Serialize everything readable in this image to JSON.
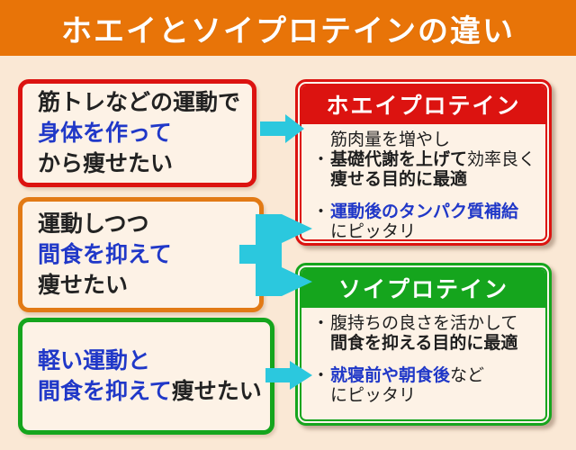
{
  "title": "ホエイとソイプロテインの違い",
  "colors": {
    "banner_orange": "#E87408",
    "red": "#DC1310",
    "orange": "#E27A15",
    "green": "#15A51D",
    "cyan": "#2BC8DE",
    "accent_blue": "#2038C8",
    "page_bg": "#FAE8D5",
    "box_bg": "#FDF2E6"
  },
  "left_boxes": [
    {
      "name": "goal-build-body",
      "lines": [
        [
          {
            "t": "筋トレなどの運動で"
          }
        ],
        [
          {
            "t": "身体を作って",
            "c": "accent"
          }
        ],
        [
          {
            "t": "から痩せたい"
          }
        ]
      ]
    },
    {
      "name": "goal-exercise-and-snack",
      "lines": [
        [
          {
            "t": "運動しつつ"
          }
        ],
        [
          {
            "t": "間食を抑えて",
            "c": "accent"
          }
        ],
        [
          {
            "t": "痩せたい"
          }
        ]
      ]
    },
    {
      "name": "goal-light-exercise",
      "lines": [
        [
          {
            "t": "軽い運動と",
            "c": "accent"
          }
        ],
        [
          {
            "t": "間食を抑えて",
            "c": "accent"
          },
          {
            "t": "痩せたい"
          }
        ]
      ]
    }
  ],
  "panels": [
    {
      "name": "whey-protein",
      "header": "ホエイプロテイン",
      "lines": [
        {
          "segments": [
            {
              "t": "筋肉量を増やし"
            }
          ]
        },
        {
          "segments": [
            {
              "t": "・",
              "c": "bullet"
            },
            {
              "t": "基礎代謝を上げて",
              "c": "em"
            },
            {
              "t": "効率良く"
            }
          ]
        },
        {
          "segments": [
            {
              "t": "痩せる目的に最適",
              "c": "em"
            }
          ]
        },
        {
          "segments": [
            {
              "t": "・",
              "c": "bullet"
            },
            {
              "t": "運動後のタンパク質補給",
              "c": "em accent"
            }
          ]
        },
        {
          "segments": [
            {
              "t": "にピッタリ"
            }
          ]
        }
      ]
    },
    {
      "name": "soy-protein",
      "header": "ソイプロテイン",
      "lines": [
        {
          "segments": [
            {
              "t": "・",
              "c": "bullet"
            },
            {
              "t": "腹持ちの良さを活かして"
            }
          ]
        },
        {
          "segments": [
            {
              "t": "間食を抑える目的に最適",
              "c": "em"
            }
          ]
        },
        {
          "segments": [
            {
              "t": "・",
              "c": "bullet"
            },
            {
              "t": "就寝前や朝食後",
              "c": "em accent"
            },
            {
              "t": "など"
            }
          ]
        },
        {
          "segments": [
            {
              "t": "にピッタリ"
            }
          ]
        }
      ]
    }
  ],
  "arrows": [
    {
      "name": "arrow-top",
      "type": "arrow-right"
    },
    {
      "name": "arrow-middle",
      "type": "arrow-fork-right"
    },
    {
      "name": "arrow-bottom",
      "type": "arrow-right"
    }
  ]
}
